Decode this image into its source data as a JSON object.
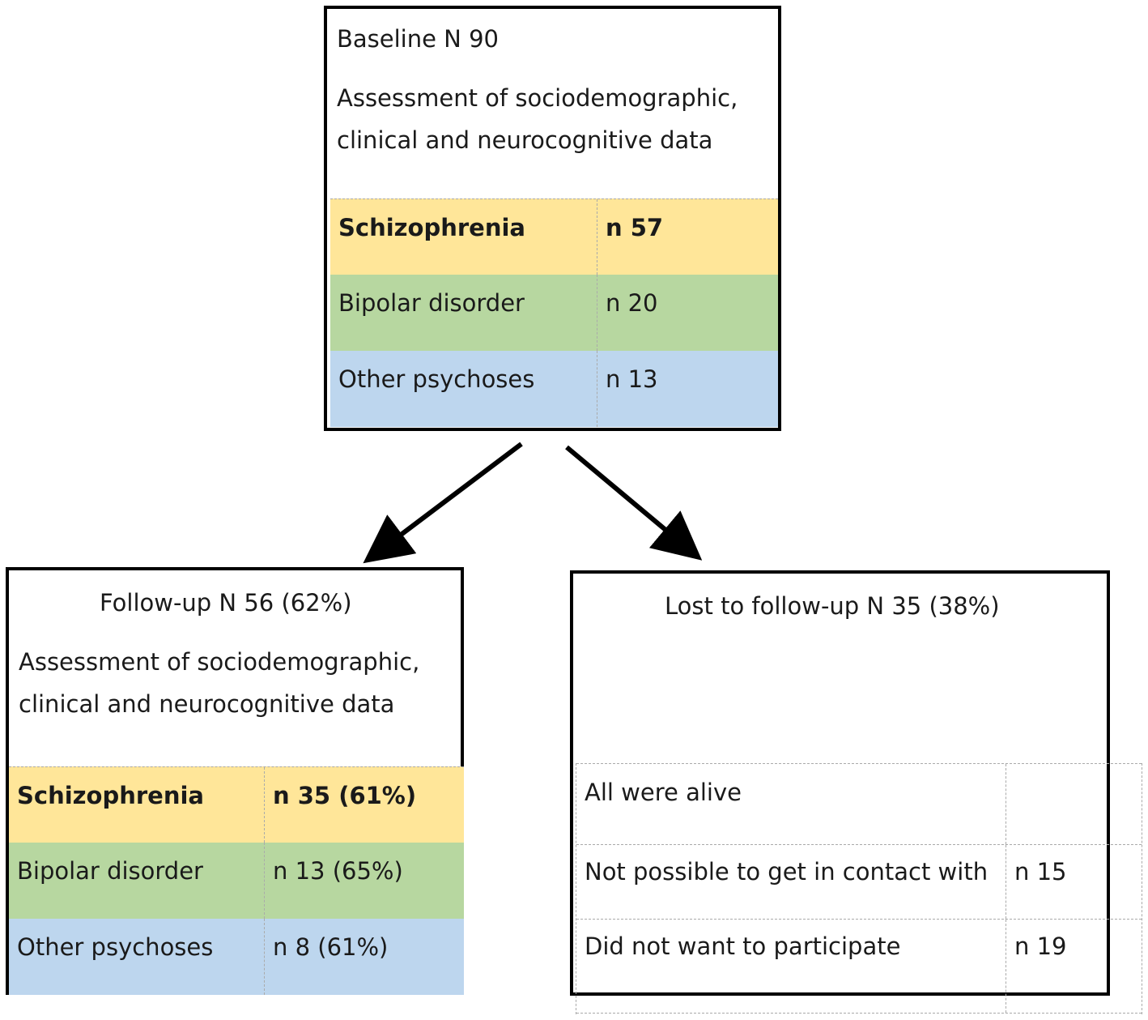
{
  "baseline": {
    "title": "Baseline N 90",
    "description_line1": "Assessment of sociodemographic,",
    "description_line2": "clinical and neurocognitive data",
    "rows": [
      {
        "label": "Schizophrenia",
        "value": "n 57",
        "color": "#FFE699"
      },
      {
        "label": "Bipolar disorder",
        "value": "n 20",
        "color": "#B7D7A0"
      },
      {
        "label": "Other psychoses",
        "value": "n 13",
        "color": "#BDD6EE"
      }
    ]
  },
  "followup": {
    "title": "Follow-up N 56 (62%)",
    "description_line1": "Assessment of sociodemographic,",
    "description_line2": "clinical and neurocognitive data",
    "rows": [
      {
        "label": "Schizophrenia",
        "value": "n 35 (61%)",
        "color": "#FFE699"
      },
      {
        "label": "Bipolar disorder",
        "value": "n 13 (65%)",
        "color": "#B7D7A0"
      },
      {
        "label": "Other psychoses",
        "value": "n 8 (61%)",
        "color": "#BDD6EE"
      }
    ]
  },
  "lost": {
    "title": "Lost to follow-up N 35 (38%)",
    "rows": [
      {
        "label": "All were alive",
        "value": ""
      },
      {
        "label": "Not possible to get in contact with",
        "value": "n 15"
      },
      {
        "label": "Did not want to participate",
        "value": "n 19"
      }
    ]
  }
}
